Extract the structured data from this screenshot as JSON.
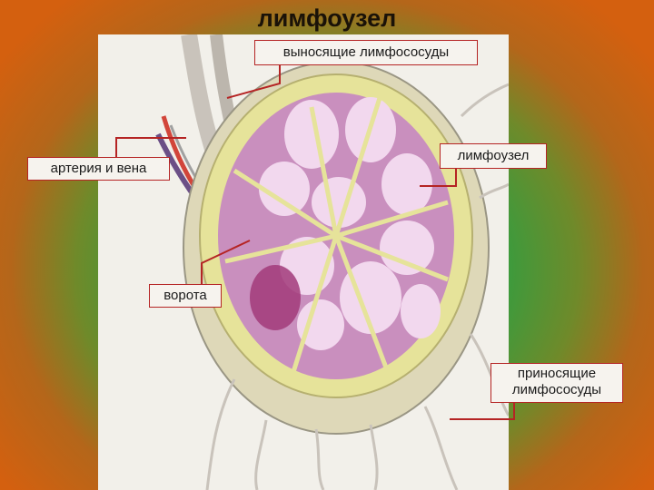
{
  "title": "лимфоузел",
  "labels": {
    "efferent": "выносящие лимфососуды",
    "artery_vein": "артерия и вена",
    "node": "лимфоузел",
    "hilum": "ворота",
    "afferent": "приносящие лимфососуды"
  },
  "colors": {
    "leader": "#b52424",
    "capsule": "#e6e39a",
    "cortex": "#c98fbe",
    "medulla": "#f2d8ee"
  }
}
